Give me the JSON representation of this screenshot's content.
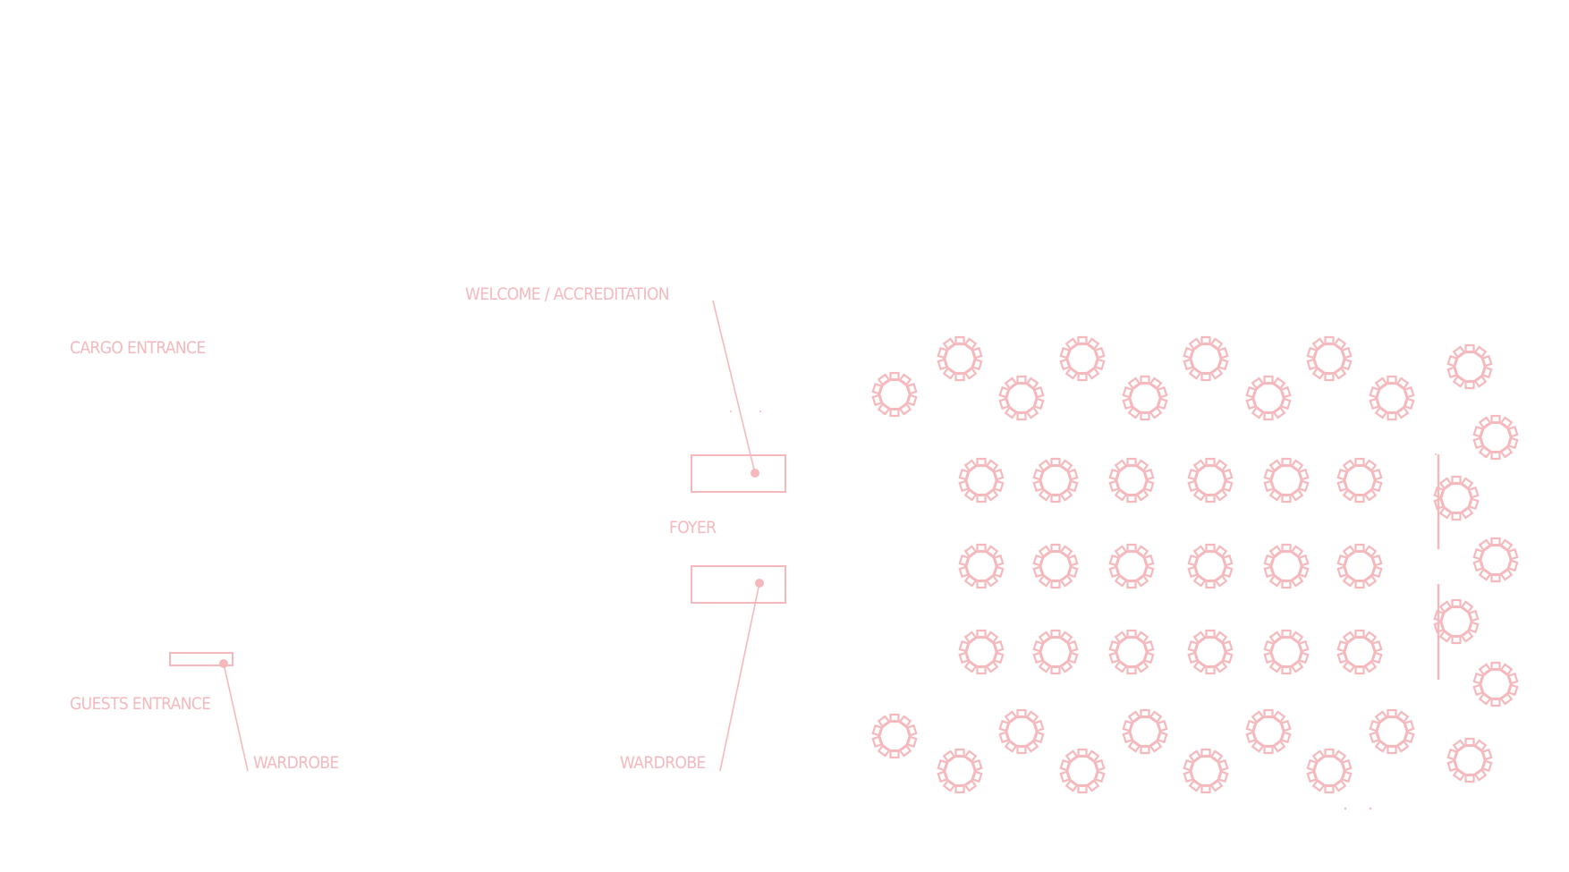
{
  "colors": {
    "line": "#f5b9bd",
    "text": "#f5b9bd",
    "background": "#ffffff"
  },
  "labels": {
    "welcome": "WELCOME / ACCREDITATION",
    "cargo": "CARGO ENTRANCE",
    "foyer": "FOYER",
    "guests": "GUESTS ENTRANCE",
    "wardrobe_left": "WARDROBE",
    "wardrobe_right": "WARDROBE"
  },
  "tables": {
    "seats_per_table": 10
  }
}
